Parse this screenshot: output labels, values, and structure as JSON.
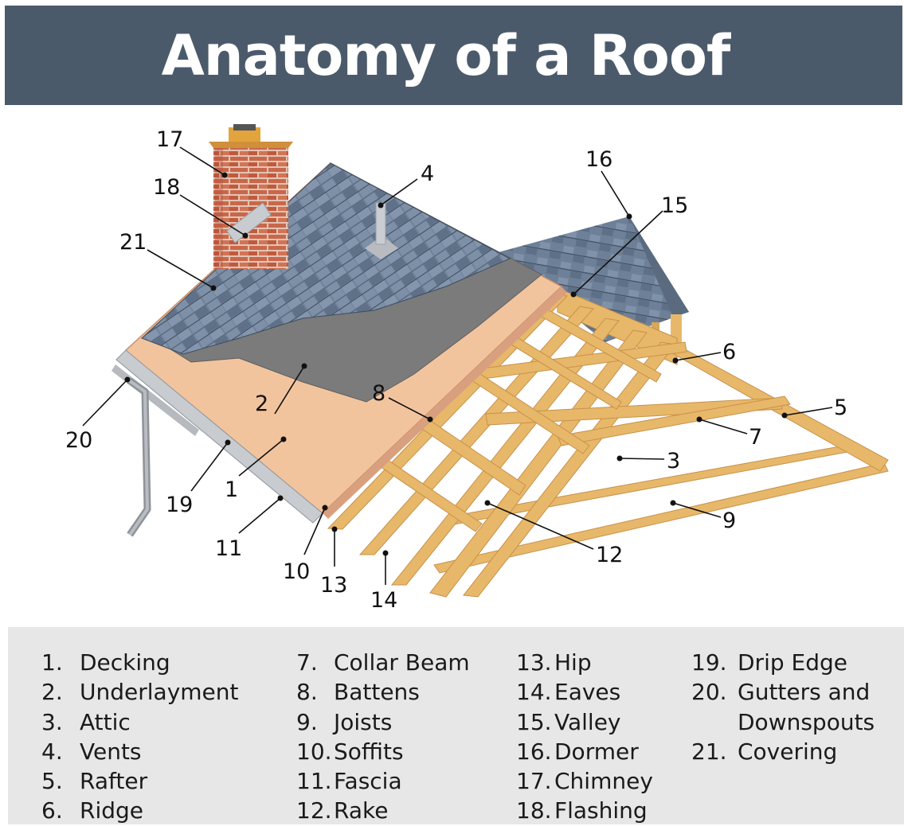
{
  "title": "Anatomy of a Roof",
  "callouts": [
    {
      "num": "1",
      "part": "Decking"
    },
    {
      "num": "2",
      "part": "Underlayment"
    },
    {
      "num": "3",
      "part": "Attic"
    },
    {
      "num": "4",
      "part": "Vents"
    },
    {
      "num": "5",
      "part": "Rafter"
    },
    {
      "num": "6",
      "part": "Ridge"
    },
    {
      "num": "7",
      "part": "Collar Beam"
    },
    {
      "num": "8",
      "part": "Battens"
    },
    {
      "num": "9",
      "part": "Joists"
    },
    {
      "num": "10",
      "part": "Soffits"
    },
    {
      "num": "11",
      "part": "Fascia"
    },
    {
      "num": "12",
      "part": "Rake"
    },
    {
      "num": "13",
      "part": "Hip"
    },
    {
      "num": "14",
      "part": "Eaves"
    },
    {
      "num": "15",
      "part": "Valley"
    },
    {
      "num": "16",
      "part": "Dormer"
    },
    {
      "num": "17",
      "part": "Chimney"
    },
    {
      "num": "18",
      "part": "Flashing"
    },
    {
      "num": "19",
      "part": "Drip Edge"
    },
    {
      "num": "20",
      "part": "Gutters and Downspouts"
    },
    {
      "num": "21",
      "part": "Covering"
    }
  ],
  "legend": {
    "col1": [
      {
        "num": "1.",
        "label": "Decking"
      },
      {
        "num": "2.",
        "label": "Underlayment"
      },
      {
        "num": "3.",
        "label": "Attic"
      },
      {
        "num": "4.",
        "label": "Vents"
      },
      {
        "num": "5.",
        "label": "Rafter"
      },
      {
        "num": "6.",
        "label": "Ridge"
      }
    ],
    "col2": [
      {
        "num": "7.",
        "label": "Collar Beam"
      },
      {
        "num": "8.",
        "label": "Battens"
      },
      {
        "num": "9.",
        "label": "Joists"
      },
      {
        "num": "10.",
        "label": "Soffits"
      },
      {
        "num": "11.",
        "label": "Fascia"
      },
      {
        "num": "12.",
        "label": "Rake"
      }
    ],
    "col3": [
      {
        "num": "13.",
        "label": "Hip"
      },
      {
        "num": "14.",
        "label": "Eaves"
      },
      {
        "num": "15.",
        "label": "Valley"
      },
      {
        "num": "16.",
        "label": "Dormer"
      },
      {
        "num": "17.",
        "label": "Chimney"
      },
      {
        "num": "18.",
        "label": "Flashing"
      }
    ],
    "col4": [
      {
        "num": "19.",
        "label": "Drip Edge"
      },
      {
        "num": "20.",
        "label": "Gutters and",
        "label_cont": "Downspouts"
      },
      {
        "num": "21.",
        "label": "Covering"
      }
    ]
  },
  "colors": {
    "header": "#4b5a6b",
    "decking": "#f2c49e",
    "underlayment": "#7b7b7b",
    "shingle": "#6f8299",
    "timber": "#e8b86a",
    "brick": "#c9674a",
    "legend_bg": "#e7e7e7"
  }
}
